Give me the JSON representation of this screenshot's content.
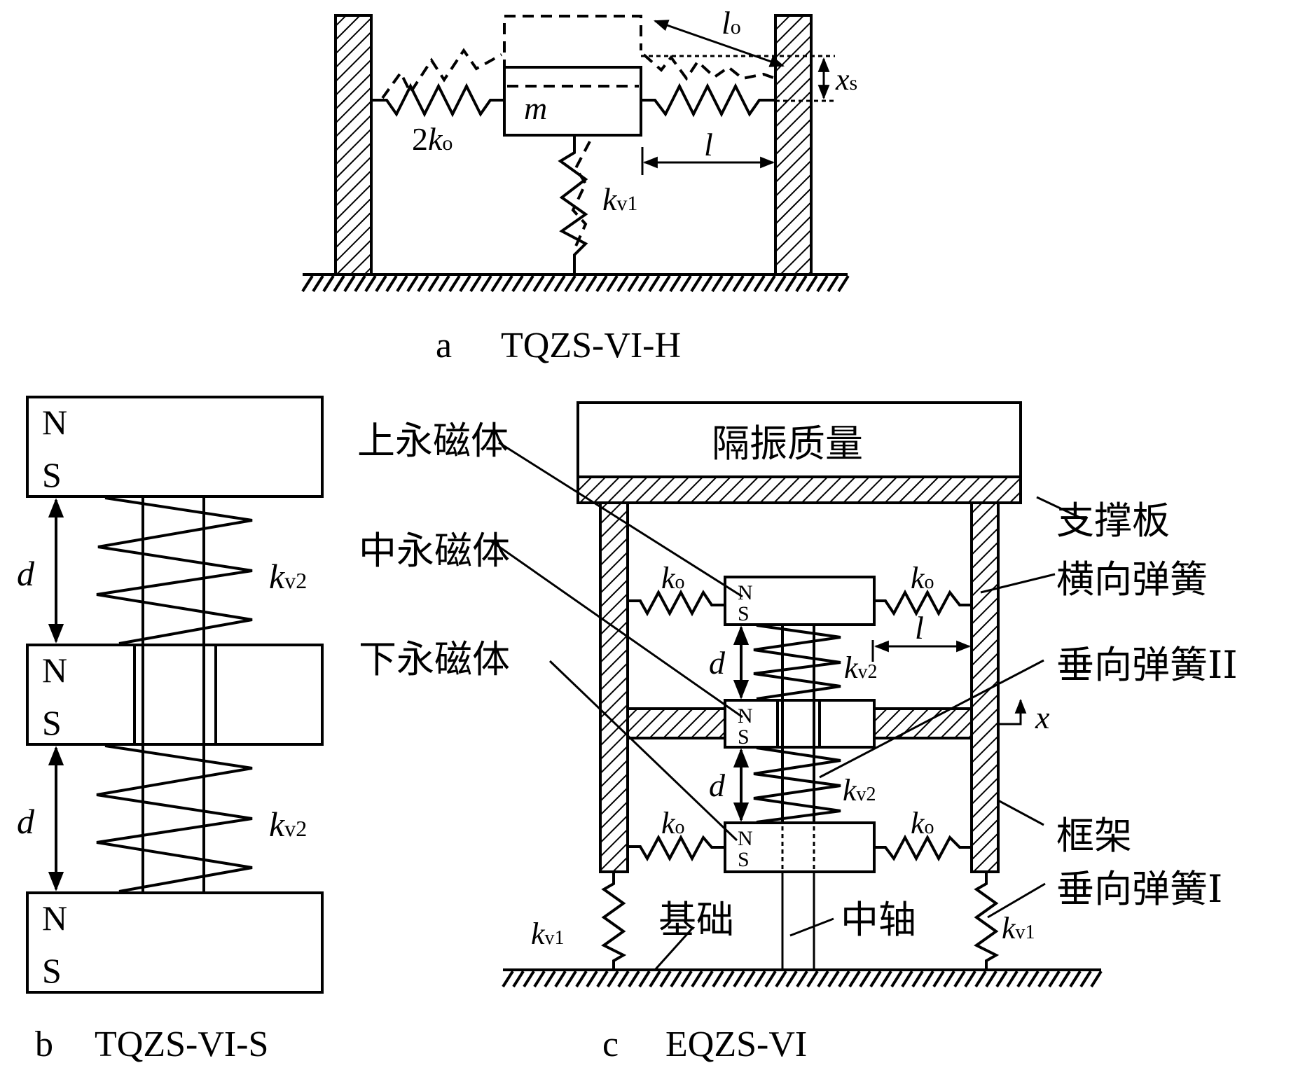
{
  "panel_a": {
    "caption_letter": "a",
    "caption_title": "TQZS-VI-H",
    "mass_label": "m",
    "spring_h_label_coef": "2",
    "spring_h_label_k": "k",
    "spring_h_label_sub": "o",
    "spring_v_label_k": "k",
    "spring_v_label_sub": "v1",
    "length_l": "l",
    "length_lo_l": "l",
    "length_lo_sub": "o",
    "disp_x": "x",
    "disp_sub": "s"
  },
  "panel_b": {
    "caption_letter": "b",
    "caption_title": "TQZS-VI-S",
    "magnets": [
      {
        "north": "N",
        "south": "S"
      },
      {
        "north": "N",
        "south": "S"
      },
      {
        "north": "N",
        "south": "S"
      }
    ],
    "gap_label": "d",
    "spring_k": "k",
    "spring_sub": "v2"
  },
  "panel_c": {
    "caption_letter": "c",
    "caption_title": "EQZS-VI",
    "mass_text": "隔振质量",
    "magnets": [
      {
        "north": "N",
        "south": "S"
      },
      {
        "north": "N",
        "south": "S"
      },
      {
        "north": "N",
        "south": "S"
      }
    ],
    "gap_label": "d",
    "k_o": "k",
    "k_o_sub": "o",
    "k_v2": "k",
    "k_v2_sub": "v2",
    "k_v1": "k",
    "k_v1_sub": "v1",
    "length_l": "l",
    "axis_x": "x",
    "callouts_left": {
      "upper_magnet": "上永磁体",
      "middle_magnet": "中永磁体",
      "lower_magnet": "下永磁体"
    },
    "callouts_right": {
      "support_plate": "支撑板",
      "horizontal_spring": "横向弹簧",
      "vertical_spring_2": "垂向弹簧II",
      "frame": "框架",
      "vertical_spring_1": "垂向弹簧I"
    },
    "callouts_bottom": {
      "foundation": "基础",
      "center_shaft": "中轴"
    }
  }
}
